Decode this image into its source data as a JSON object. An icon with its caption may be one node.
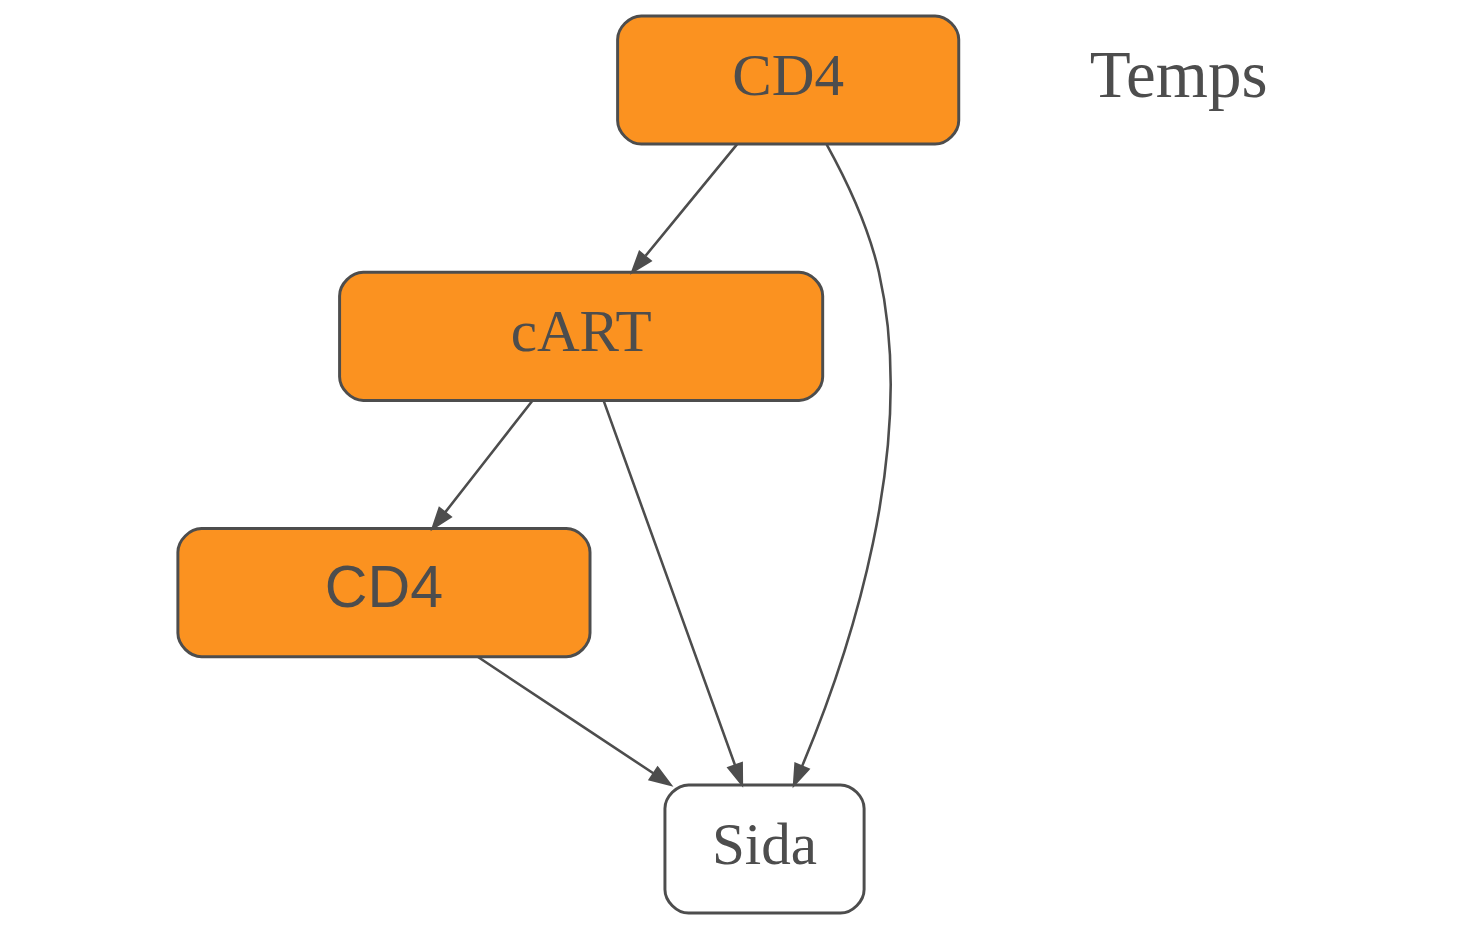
{
  "diagram": {
    "nodes": [
      {
        "text": [
          "CD4"
        ]
      },
      {
        "text": [
          "cART"
        ]
      },
      {
        "text": [
          "CD4"
        ]
      },
      {
        "text": [
          "Sida"
        ]
      }
    ],
    "edges": [
      {
        "from": 0,
        "to": 1,
        "arrow": "to"
      },
      {
        "from": 1,
        "to": 2,
        "arrow": "to"
      },
      {
        "from": 0,
        "to": 3,
        "arrow": "to"
      },
      {
        "from": 1,
        "to": 3,
        "arrow": "to"
      },
      {
        "from": 2,
        "to": 3,
        "arrow": "to"
      }
    ],
    "labels": [
      "Temps"
    ]
  }
}
